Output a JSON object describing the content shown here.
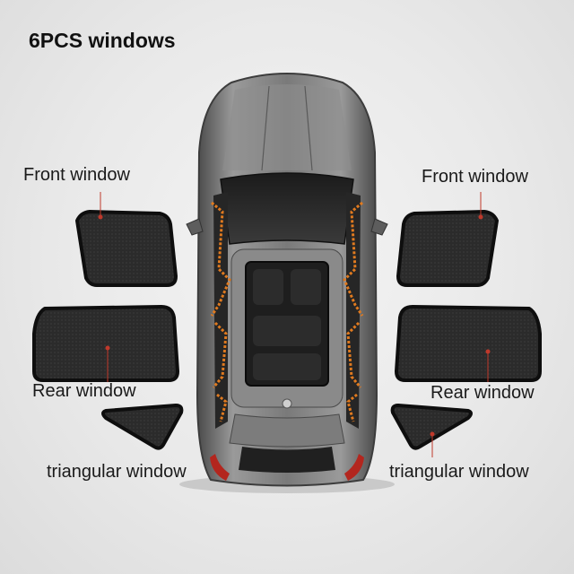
{
  "title": "6PCS windows",
  "labels": {
    "front_left": "Front window",
    "front_right": "Front window",
    "rear_left": "Rear window",
    "rear_right": "Rear window",
    "tri_left": "triangular window",
    "tri_right": "triangular window"
  },
  "colors": {
    "shade_fill": "#2a2a2a",
    "shade_border": "#0e0e0e",
    "magnet_dot": "#c0392b",
    "magnet_strip": "#e07a1f",
    "car_body": "#6f6f6f",
    "tail_light": "#b3261e"
  }
}
